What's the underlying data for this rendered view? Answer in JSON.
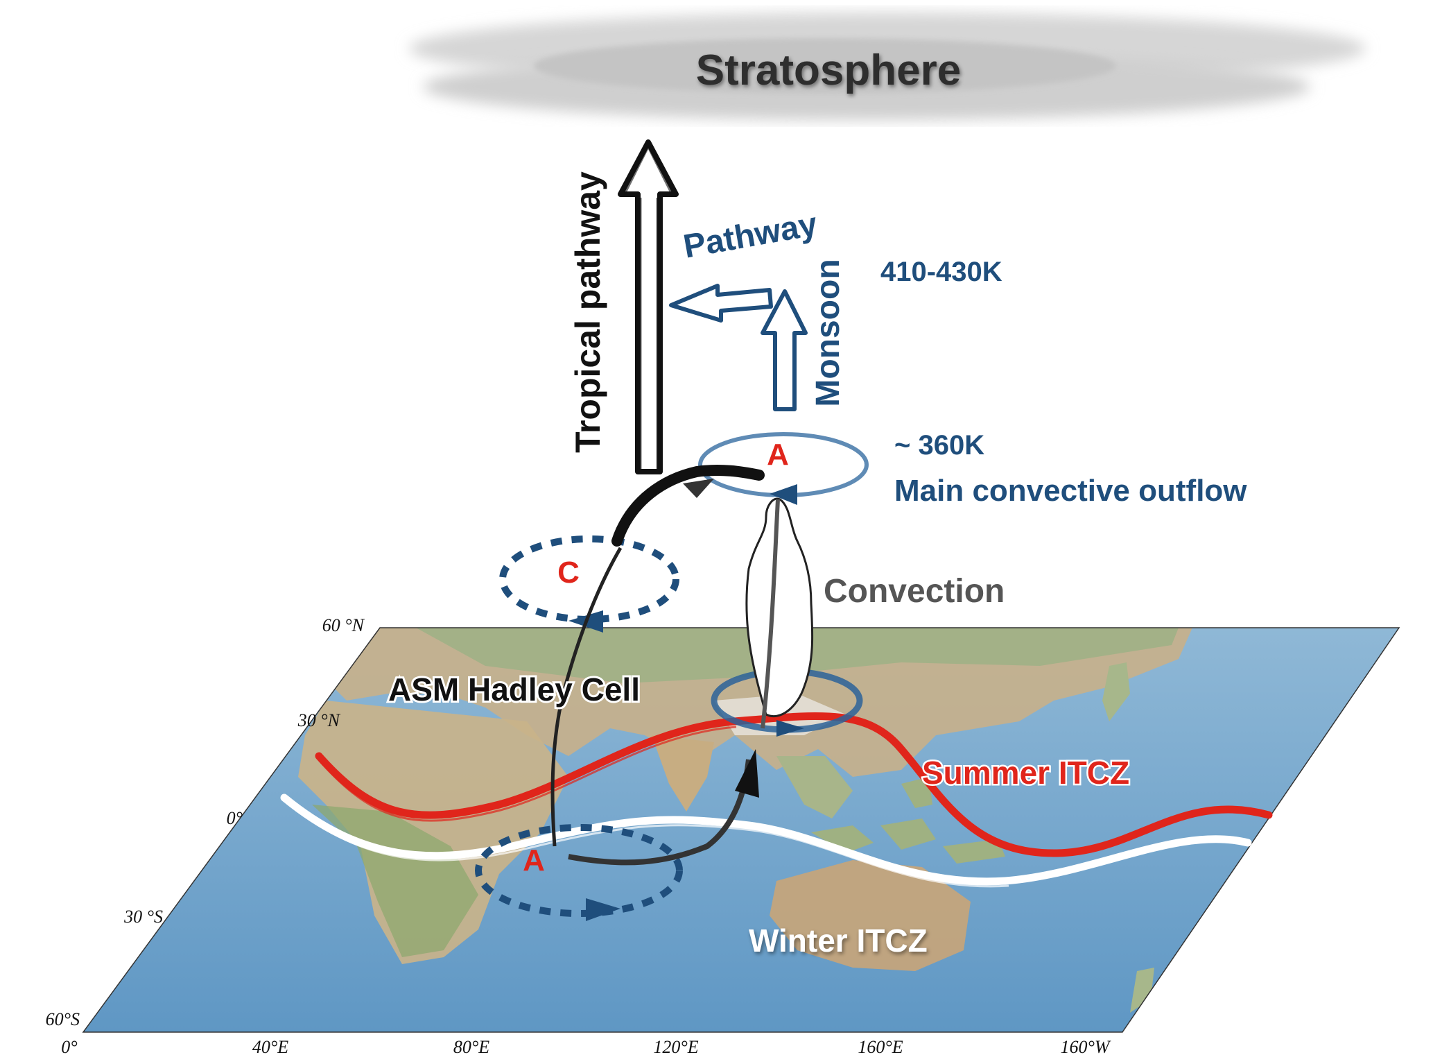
{
  "labels": {
    "stratosphere": "Stratosphere",
    "tropical_pathway": "Tropical pathway",
    "pathway": "Pathway",
    "monsoon": "Monsoon",
    "level_high": "410-430K",
    "level_low": "~ 360K",
    "outflow": "Main convective outflow",
    "convection": "Convection",
    "hadley": "ASM Hadley Cell",
    "summer_itcz": "Summer ITCZ",
    "winter_itcz": "Winter ITCZ",
    "anticyclone_upper": "A",
    "cyclone": "C",
    "anticyclone_lower": "A"
  },
  "axes": {
    "lat": [
      "60 °N",
      "30 °N",
      "0°",
      "30 °S",
      "60°S"
    ],
    "lon": [
      "0°",
      "40°E",
      "80°E",
      "120°E",
      "160°E",
      "160°W"
    ]
  },
  "colors": {
    "navy": "#1f4e7c",
    "red": "#e0251b",
    "gray_text": "#555555",
    "black": "#111111"
  }
}
